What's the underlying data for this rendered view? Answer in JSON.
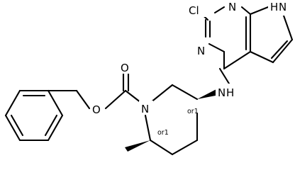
{
  "molecule": {
    "atoms": {
      "cl": "Cl",
      "n_top": "N",
      "n_mid": "N",
      "nh_ring": "H",
      "nh_ring_n": "N",
      "nh_link": "H",
      "nh_link_n": "N",
      "o_carbonyl": "O",
      "o_ester": "O",
      "n_pip": "N"
    },
    "stereo": {
      "c3": "or1",
      "c6": "or1"
    }
  }
}
